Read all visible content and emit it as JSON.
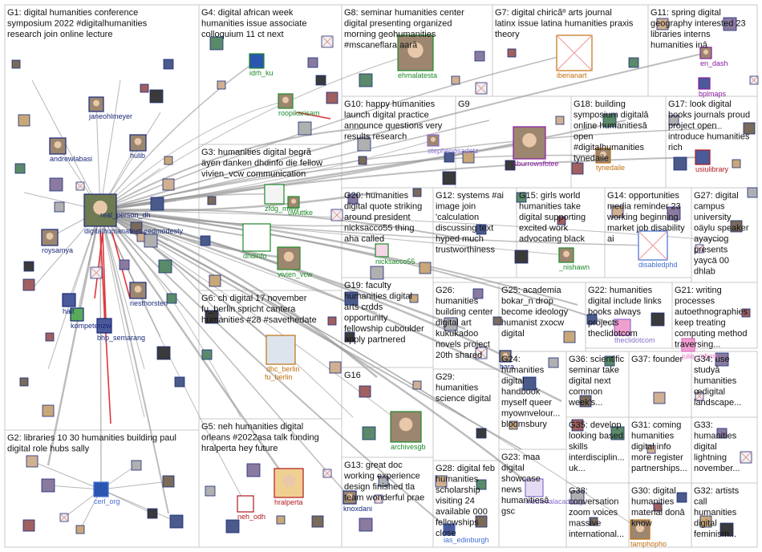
{
  "colors": {
    "edge": "#9a9a9a",
    "edge_red": "#e0343c",
    "grid": "#c8c8c8",
    "label_blue": "#1a2a7a",
    "label_green": "#1e8a2a",
    "label_orange": "#c07010",
    "label_red": "#b01820",
    "label_purple": "#8a1aa0",
    "label_lightblue": "#4470d0",
    "label_pink": "#e070c0",
    "label_violet": "#8a70d0"
  },
  "groups": [
    {
      "id": "G1",
      "lines": [
        "G1: digital humanities conference",
        "symposium 2022 #digitalhumanities",
        "research join online lecture"
      ]
    },
    {
      "id": "G2",
      "lines": [
        "G2: libraries 10 30 humanities building paul",
        "digital role hubs sally"
      ]
    },
    {
      "id": "G3",
      "lines": [
        "G3: humanities digital begrã",
        "äyen danken dhdinfo die fellow",
        "vivien_vcw communication"
      ]
    },
    {
      "id": "G4",
      "lines": [
        "G4: digital african week",
        "humanities issue associate",
        "colloquium 11 ct next"
      ]
    },
    {
      "id": "G5",
      "lines": [
        "G5: neh humanities digital",
        "orleans #2022asa talk funding",
        "hralperta hey future"
      ]
    },
    {
      "id": "G6",
      "lines": [
        "G6: ch digital 17 november",
        "fu_berlin spricht cantera",
        "humanities #28 #savethedate"
      ]
    },
    {
      "id": "G7",
      "lines": [
        "G7: digital chiricãº arts journal",
        "latinx issue latina humanities praxis",
        "theory"
      ]
    },
    {
      "id": "G8",
      "lines": [
        "G8: seminar humanities center",
        "digital presenting organized",
        "morning geohumanities",
        "#mscaneflara aarâ"
      ]
    },
    {
      "id": "G9",
      "lines": [
        "G9"
      ]
    },
    {
      "id": "G10",
      "lines": [
        "G10: happy humanities",
        "launch digital practice",
        "announce questions very",
        "results research"
      ]
    },
    {
      "id": "G11",
      "lines": [
        "G11: spring digital",
        "geography interested 23",
        "libraries interns",
        "humanities inâ"
      ]
    },
    {
      "id": "G12",
      "lines": [
        "G12: systems #ai",
        "image join",
        "'calculation",
        "discussing text",
        "hyped much",
        "trustworthiness"
      ]
    },
    {
      "id": "G13",
      "lines": [
        "G13: great doc",
        "working experience",
        "design finished tla",
        "team wonderful prae"
      ]
    },
    {
      "id": "G14",
      "lines": [
        "G14: opportunities",
        "media reminder 23",
        "working beginning",
        "market job disability",
        "ai"
      ]
    },
    {
      "id": "G15",
      "lines": [
        "G15: girls world",
        "humanities take",
        "digital supporting",
        "excited work",
        "advocating black"
      ]
    },
    {
      "id": "G16",
      "lines": [
        "G16"
      ]
    },
    {
      "id": "G17",
      "lines": [
        "G17: look digital",
        "books journals proud",
        "project open",
        "introduce humanities",
        "rich"
      ]
    },
    {
      "id": "G18",
      "lines": [
        "G18: building",
        "symposium digitalâ",
        "online humanitiesâ",
        "open",
        "#digitalhumanities",
        "tynedaile"
      ]
    },
    {
      "id": "G19",
      "lines": [
        "G19: faculty",
        "humanities digital",
        "arts crdds",
        "opportunity",
        "fellowship cuboulder",
        "apply partnered"
      ]
    },
    {
      "id": "G20",
      "lines": [
        "G20: humanities",
        "digital quote striking",
        "around president",
        "nicksacco55 thing",
        "aha called"
      ]
    },
    {
      "id": "G21",
      "lines": [
        "G21: writing",
        "processes",
        "autoethnographies",
        "keep treating",
        "computing method",
        "traversing..."
      ]
    },
    {
      "id": "G22",
      "lines": [
        "G22: humanities",
        "digital include links",
        "books always",
        "projects",
        "theclidotcom"
      ]
    },
    {
      "id": "G23",
      "lines": [
        "G23: maa",
        "digital",
        "showcase",
        "news",
        "humanitiesâ",
        "gsc"
      ]
    },
    {
      "id": "G24",
      "lines": [
        "G24:",
        "humanities",
        "digital",
        "handbook",
        "myself queer",
        "myownvelour...",
        "bloomsbury"
      ]
    },
    {
      "id": "G25",
      "lines": [
        "G25: academia",
        "bokar_n drop",
        "become ideology",
        "humanist zxocw",
        "digital"
      ]
    },
    {
      "id": "G26",
      "lines": [
        "G26:",
        "humanities",
        "building center",
        "digital art",
        "kukukadoo",
        "novels project",
        "20th shared"
      ]
    },
    {
      "id": "G27",
      "lines": [
        "G27: digital",
        "campus",
        "university",
        "oäylu speaker",
        "ayayciog",
        "presents",
        "yaycä 00",
        "dhlab"
      ]
    },
    {
      "id": "G28",
      "lines": [
        "G28: digital feb",
        "humanities",
        "scholarship",
        "visiting 24",
        "available 000",
        "fellowships",
        "close"
      ]
    },
    {
      "id": "G29",
      "lines": [
        "G29:",
        "humanities",
        "science digital"
      ]
    },
    {
      "id": "G30",
      "lines": [
        "G30: digital",
        "humanities",
        "material donâ",
        "know"
      ]
    },
    {
      "id": "G31",
      "lines": [
        "G31: coming",
        "humanities",
        "digital info",
        "more register",
        "partnerships..."
      ]
    },
    {
      "id": "G32",
      "lines": [
        "G32: artists",
        "call",
        "humanities",
        "digital",
        "feminism..."
      ]
    },
    {
      "id": "G33",
      "lines": [
        "G33:",
        "humanities",
        "digital",
        "lightning",
        "november..."
      ]
    },
    {
      "id": "G34",
      "lines": [
        "G34: use",
        "studyâ",
        "humanities",
        "œdigital",
        "landscape..."
      ]
    },
    {
      "id": "G35",
      "lines": [
        "G35: develop",
        "looking based",
        "skills",
        "interdisciplin...",
        "uk..."
      ]
    },
    {
      "id": "G36",
      "lines": [
        "G36: scientific",
        "seminar take",
        "digital next",
        "common",
        "week's..."
      ]
    },
    {
      "id": "G37",
      "lines": [
        "G37: founder"
      ]
    },
    {
      "id": "G38",
      "lines": [
        "G38:",
        "conversation",
        "zoom voices",
        "massive",
        "international..."
      ]
    }
  ],
  "nodes": [
    {
      "label": "digitalhumanateeturedmodesty",
      "color": "label_blue"
    },
    {
      "label": "real_person_dh",
      "color": "label_blue"
    },
    {
      "label": "janeohlmeyer",
      "color": "label_blue"
    },
    {
      "label": "andrewlabasi",
      "color": "label_blue"
    },
    {
      "label": "hulib",
      "color": "label_blue"
    },
    {
      "label": "roysamya",
      "color": "label_blue"
    },
    {
      "label": "hait",
      "color": "label_blue"
    },
    {
      "label": "kompetenzw",
      "color": "label_blue"
    },
    {
      "label": "riesthorsten",
      "color": "label_blue"
    },
    {
      "label": "bhp_semarang",
      "color": "label_blue"
    },
    {
      "label": "cerl_org",
      "color": "label_lightblue"
    },
    {
      "label": "idrh_ku",
      "color": "label_green"
    },
    {
      "label": "roopikarisam",
      "color": "label_green"
    },
    {
      "label": "zfdg_mww",
      "color": "label_green"
    },
    {
      "label": "uwuttke",
      "color": "label_green"
    },
    {
      "label": "dhdinfo",
      "color": "label_green"
    },
    {
      "label": "vivien_vcw",
      "color": "label_green"
    },
    {
      "label": "dhc_berlin",
      "color": "label_orange"
    },
    {
      "label": "fu_berlin",
      "color": "label_orange"
    },
    {
      "label": "neh_odh",
      "color": "label_red"
    },
    {
      "label": "hralperta",
      "color": "label_red"
    },
    {
      "label": "ehmalatesta",
      "color": "label_green"
    },
    {
      "label": "iberianart",
      "color": "label_orange"
    },
    {
      "label": "en_dash",
      "color": "label_purple"
    },
    {
      "label": "bplmaps",
      "color": "label_purple"
    },
    {
      "label": "stephenosadetz",
      "color": "label_violet"
    },
    {
      "label": "sburrowsfbtee",
      "color": "label_purple"
    },
    {
      "label": "tynedaile",
      "color": "label_orange"
    },
    {
      "label": "usiulibrary",
      "color": "label_red"
    },
    {
      "label": "nicksacco55",
      "color": "label_green"
    },
    {
      "label": "_nishawn",
      "color": "label_green"
    },
    {
      "label": "disabledphd",
      "color": "label_lightblue"
    },
    {
      "label": "theclidotcom",
      "color": "label_violet"
    },
    {
      "label": "julie_mfunk",
      "color": "label_pink"
    },
    {
      "label": "bara",
      "color": "label_blue"
    },
    {
      "label": "archivesgb",
      "color": "label_green"
    },
    {
      "label": "knoxdani",
      "color": "label_blue"
    },
    {
      "label": "ias_edinburgh",
      "color": "label_lightblue"
    },
    {
      "label": "medievalacademy",
      "color": "label_violet"
    },
    {
      "label": "tamphopho",
      "color": "label_orange"
    }
  ]
}
